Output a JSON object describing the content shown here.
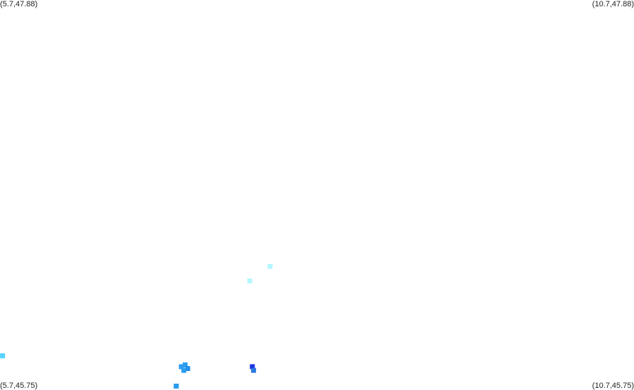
{
  "corners": {
    "top_left": "(5.7,47.88)",
    "top_right": "(10.7,47.88)",
    "bottom_left": "(5.7,45.75)",
    "bottom_right": "(10.7,45.75)"
  },
  "extent": {
    "lon_min": 5.7,
    "lon_max": 10.7,
    "lat_min": 45.75,
    "lat_max": 47.88
  },
  "cells": [
    {
      "lon": 7.83,
      "lat": 46.42,
      "color": "#b3f6ff"
    },
    {
      "lon": 7.67,
      "lat": 46.34,
      "color": "#b3f6ff"
    },
    {
      "lon": 5.72,
      "lat": 45.93,
      "color": "#55d3ff"
    },
    {
      "lon": 7.13,
      "lat": 45.87,
      "color": "#2b9df0"
    },
    {
      "lon": 7.16,
      "lat": 45.88,
      "color": "#2b9df0"
    },
    {
      "lon": 7.18,
      "lat": 45.86,
      "color": "#1f8fe8"
    },
    {
      "lon": 7.15,
      "lat": 45.85,
      "color": "#2b9df0"
    },
    {
      "lon": 7.69,
      "lat": 45.87,
      "color": "#1a34e0"
    },
    {
      "lon": 7.7,
      "lat": 45.85,
      "color": "#2a78e0"
    },
    {
      "lon": 7.09,
      "lat": 45.66,
      "color": "#2b9df0"
    },
    {
      "lon": 7.09,
      "lat": 45.64,
      "color": "#2b9df0"
    }
  ]
}
